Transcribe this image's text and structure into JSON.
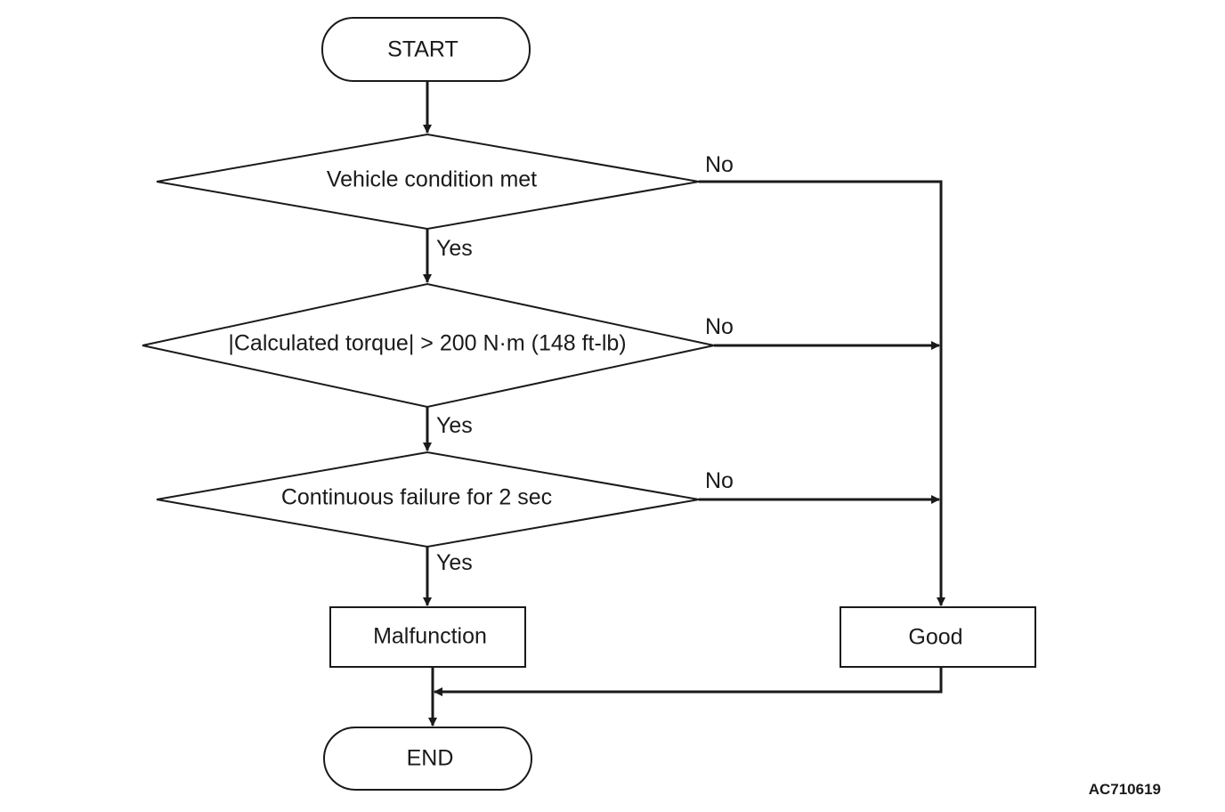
{
  "nodes": {
    "start": "START",
    "decision_vehicle": "Vehicle condition met",
    "decision_torque": "|Calculated torque| > 200 N·m (148 ft-lb)",
    "decision_continuous": "Continuous failure for 2 sec",
    "malfunction": "Malfunction",
    "good": "Good",
    "end": "END"
  },
  "edges": {
    "yes": "Yes",
    "no": "No"
  },
  "figure_code": "AC710619"
}
